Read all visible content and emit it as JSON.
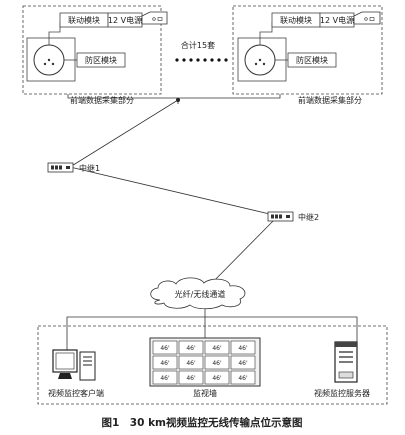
{
  "front_left": {
    "linkage_module": "联动模块",
    "power_12v": "12 V电源",
    "defense_module": "防区模块",
    "caption": "前端数据采集部分"
  },
  "front_right": {
    "linkage_module": "联动模块",
    "power_12v": "12 V电源",
    "defense_module": "防区模块",
    "caption": "前端数据采集部分"
  },
  "total_sets": "合计15套",
  "relay1": "中继1",
  "relay2": "中继2",
  "channel": "光纤/无线通道",
  "bottom": {
    "client": "视频监控客户端",
    "wall": "监视墙",
    "server": "视频监控服务器"
  },
  "monitor_label": "46'",
  "figure_caption": "图1　30 km视频监控无线传输点位示意图"
}
